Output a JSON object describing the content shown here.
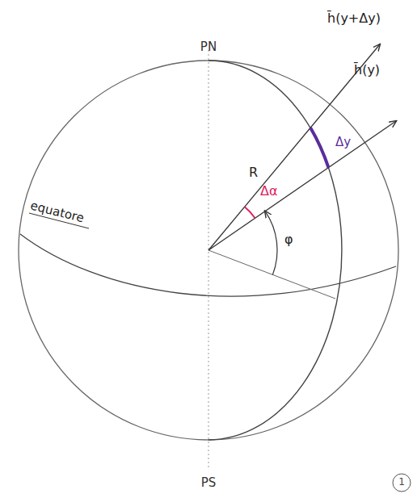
{
  "diagram": {
    "labels": [
      "PN",
      "h̄(y+Δy)",
      "h̄(y)",
      "R",
      "Δα",
      "Δy",
      "φ",
      "equatore",
      "PS",
      "1"
    ]
  }
}
